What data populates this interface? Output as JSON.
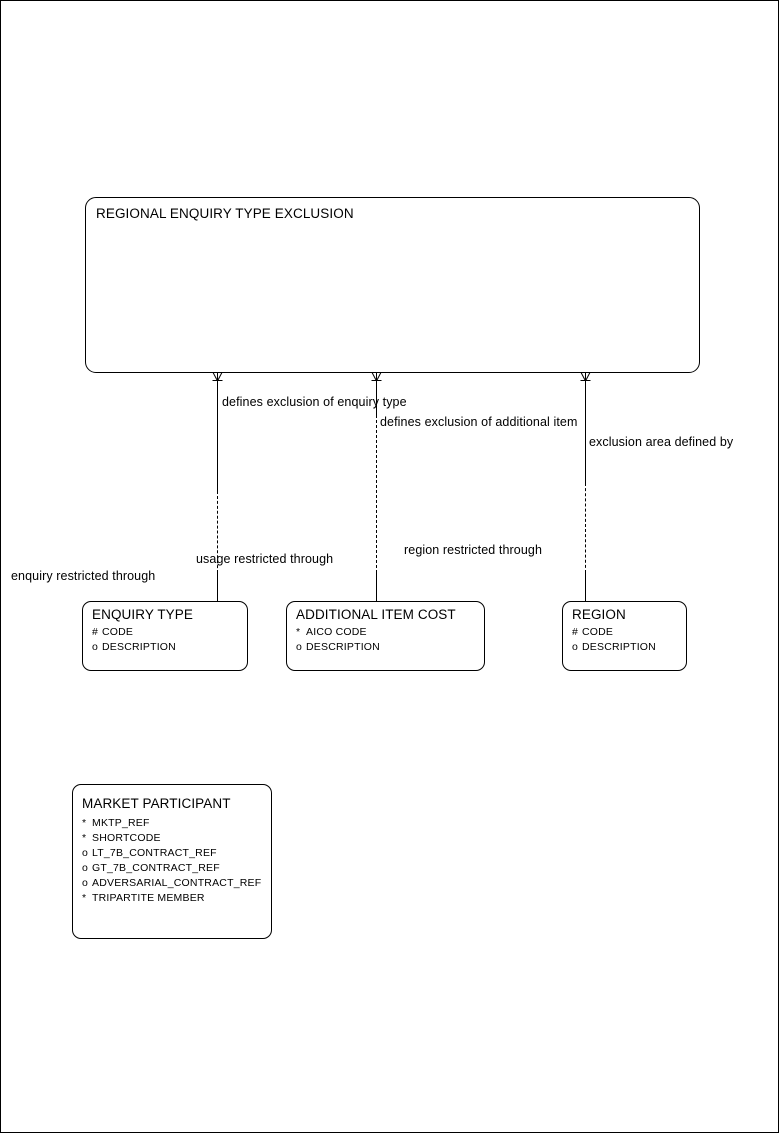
{
  "diagram": {
    "type": "entity-relationship-diagram",
    "notation": "oracle-barker",
    "entities": [
      {
        "id": "regional-enquiry-type-exclusion",
        "name": "REGIONAL ENQUIRY TYPE EXCLUSION",
        "attributes": []
      },
      {
        "id": "enquiry-type",
        "name": "ENQUIRY TYPE",
        "attributes": [
          {
            "marker": "#",
            "name": "CODE"
          },
          {
            "marker": "o",
            "name": "DESCRIPTION"
          }
        ]
      },
      {
        "id": "additional-item-cost",
        "name": "ADDITIONAL ITEM COST",
        "attributes": [
          {
            "marker": "*",
            "name": "AICO CODE"
          },
          {
            "marker": "o",
            "name": "DESCRIPTION"
          }
        ]
      },
      {
        "id": "region",
        "name": "REGION",
        "attributes": [
          {
            "marker": "#",
            "name": "CODE"
          },
          {
            "marker": "o",
            "name": "DESCRIPTION"
          }
        ]
      },
      {
        "id": "market-participant",
        "name": "MARKET PARTICIPANT",
        "attributes": [
          {
            "marker": "*",
            "name": "MKTP_REF"
          },
          {
            "marker": "*",
            "name": "SHORTCODE"
          },
          {
            "marker": "o",
            "name": "LT_7B_CONTRACT_REF"
          },
          {
            "marker": "o",
            "name": "GT_7B_CONTRACT_REF"
          },
          {
            "marker": "o",
            "name": "ADVERSARIAL_CONTRACT_REF"
          },
          {
            "marker": "*",
            "name": "TRIPARTITE MEMBER"
          }
        ]
      }
    ],
    "relationships": [
      {
        "id": "rel-enquiry-type",
        "from": "regional-enquiry-type-exclusion",
        "to": "enquiry-type",
        "parent_label": "defines exclusion of enquiry type",
        "child_label": "enquiry restricted through"
      },
      {
        "id": "rel-additional-item",
        "from": "regional-enquiry-type-exclusion",
        "to": "additional-item-cost",
        "parent_label": "defines exclusion of additional item",
        "child_label": "usage restricted through"
      },
      {
        "id": "rel-region",
        "from": "regional-enquiry-type-exclusion",
        "to": "region",
        "parent_label": "exclusion area defined by",
        "child_label": "region restricted through"
      }
    ],
    "labels": {
      "defines_exclusion_enquiry_type": "defines exclusion of enquiry type",
      "defines_exclusion_additional_item": "defines exclusion of additional item",
      "exclusion_area_defined_by": "exclusion area defined by",
      "enquiry_restricted_through": "enquiry restricted through",
      "usage_restricted_through": "usage restricted through",
      "region_restricted_through": "region restricted through"
    },
    "colors": {
      "line": "#000000",
      "text": "#000000",
      "background": "#ffffff"
    }
  }
}
